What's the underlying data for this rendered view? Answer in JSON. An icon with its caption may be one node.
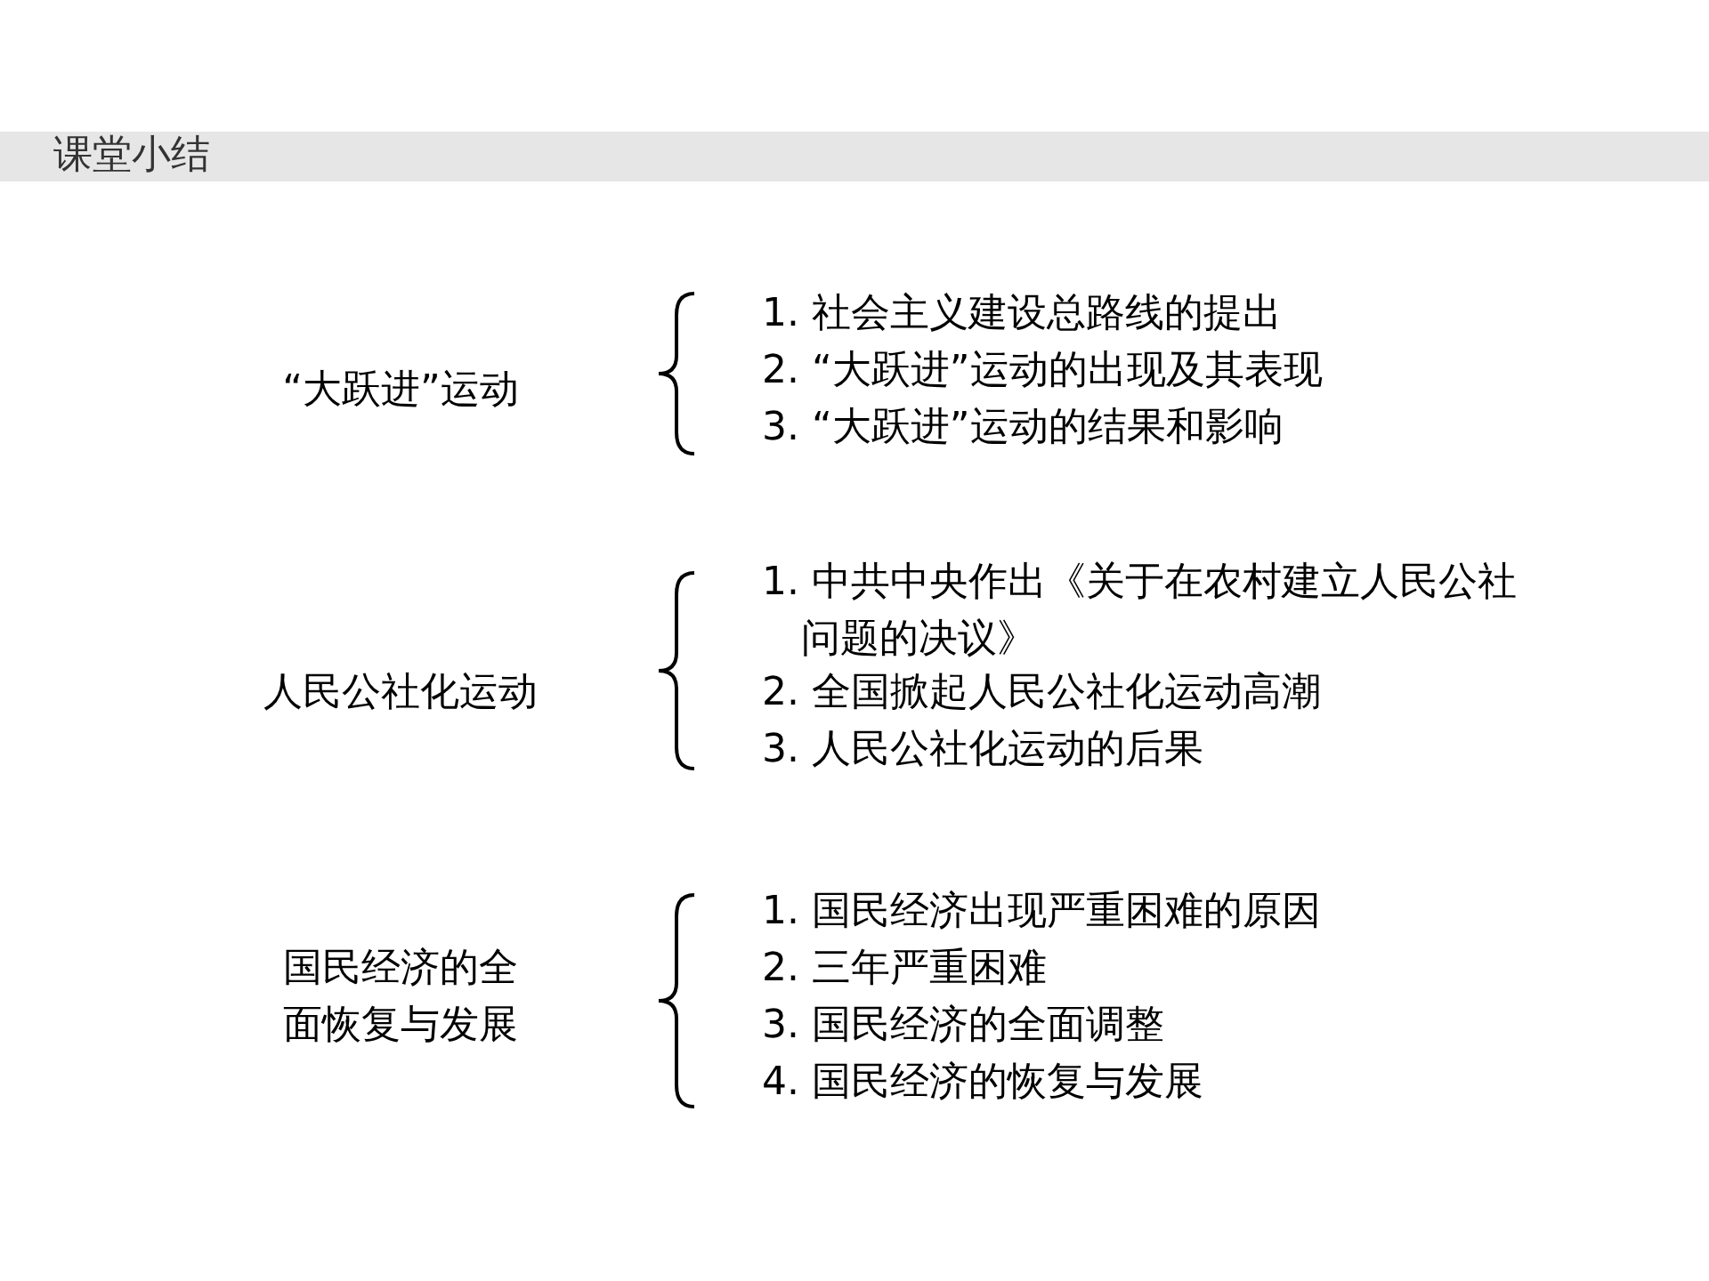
{
  "diagram": {
    "title": "课堂小结",
    "labels": [
      "“大跃进”运动",
      "1. 社会主义建设总路线的提出",
      "2. “大跃进”运动的出现及其表现",
      "3. “大跃进”运动的结果和影响",
      "人民公社化运动",
      "1. 中共中央作出《关于在农村建立人民公社问题的决议》",
      "2. 全国掀起人民公社化运动高潮",
      "3. 人民公社化运动的后果",
      "国民经济的全面恢复与发展",
      "1. 国民经济出现严重困难的原因",
      "2. 三年严重困难",
      "3. 国民经济的全面调整",
      "4. 国民经济的恢复与发展"
    ]
  }
}
